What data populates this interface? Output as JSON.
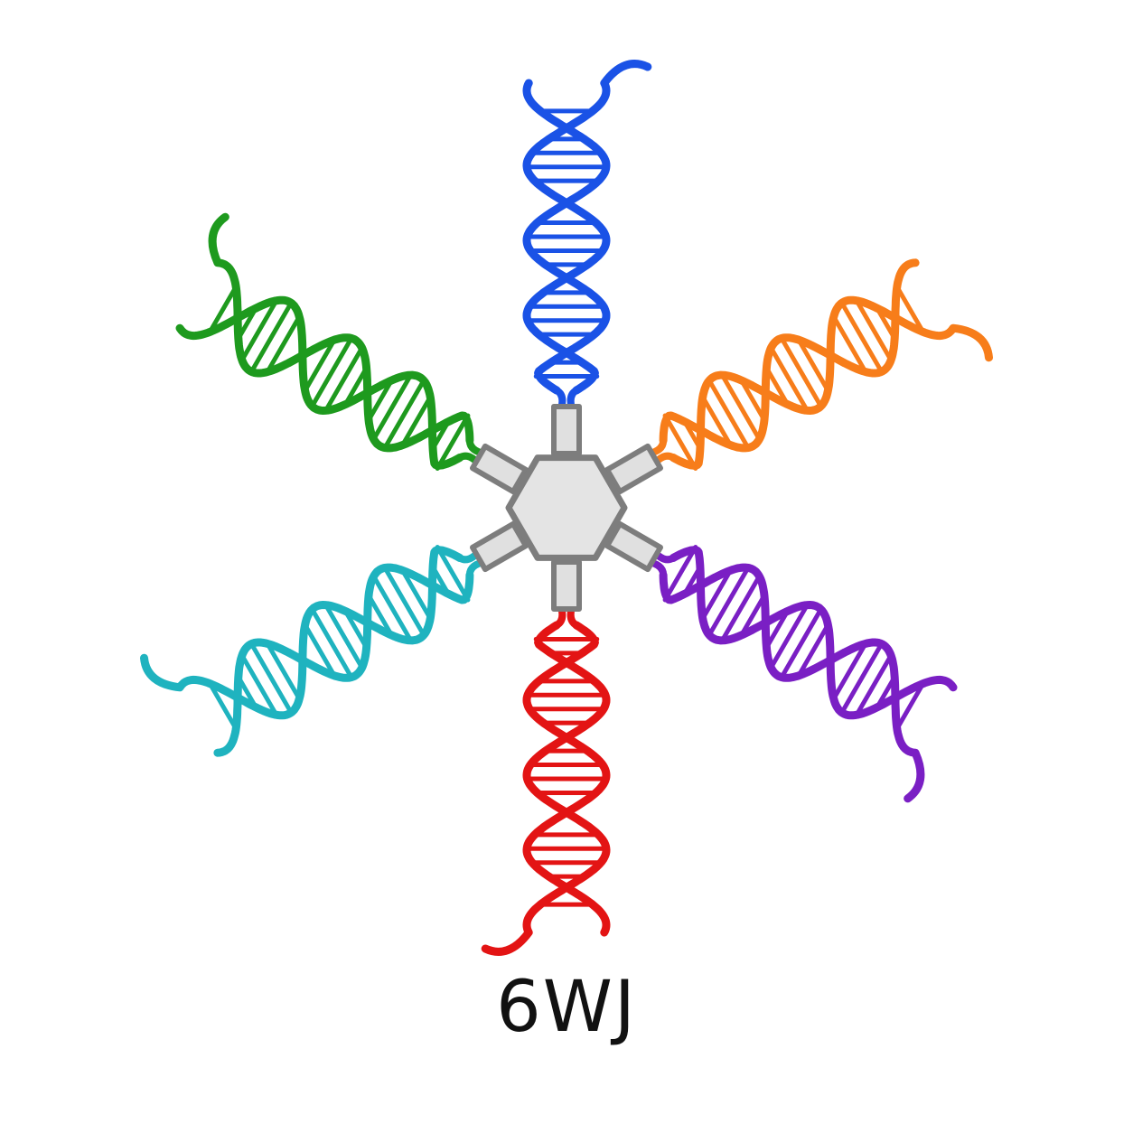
{
  "caption": "6WJ",
  "hub": {
    "fill": "#e4e4e4",
    "stroke": "#7d7d7d",
    "connector_fill": "#e0e0e0"
  },
  "arms": [
    {
      "name": "arm-top",
      "color": "#1a52e6",
      "direction": "up"
    },
    {
      "name": "arm-upper-right",
      "color": "#f77d1a",
      "direction": "upper-right"
    },
    {
      "name": "arm-lower-right",
      "color": "#7a1fc4",
      "direction": "lower-right"
    },
    {
      "name": "arm-bottom",
      "color": "#e31414",
      "direction": "down"
    },
    {
      "name": "arm-lower-left",
      "color": "#1fb3bf",
      "direction": "lower-left"
    },
    {
      "name": "arm-upper-left",
      "color": "#1e9a1e",
      "direction": "upper-left"
    }
  ]
}
